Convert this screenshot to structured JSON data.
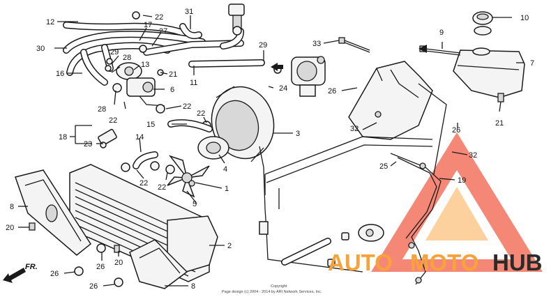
{
  "diagram": {
    "labels": {
      "l12": "12",
      "l30": "30",
      "l16": "16",
      "l22a": "22",
      "l31": "31",
      "l17": "17",
      "l27": "27",
      "l29a": "29",
      "l28a": "28",
      "l13": "13",
      "l21a": "21",
      "l6": "6",
      "l28b": "28",
      "l22b": "22",
      "l22c": "22",
      "l11": "11",
      "l29b": "29",
      "l24": "24",
      "l33": "33",
      "l9": "9",
      "l10": "10",
      "l7": "7",
      "l26a": "26",
      "l21b": "21",
      "l22d": "22",
      "l15": "15",
      "l3": "3",
      "l18": "18",
      "l23": "23",
      "l14": "14",
      "l32a": "32",
      "l26b": "26",
      "l32b": "32",
      "l25": "25",
      "l4": "4",
      "l22e": "22",
      "l22f": "22",
      "l1": "1",
      "l5": "5",
      "l19": "19",
      "l8a": "8",
      "l20a": "20",
      "l2": "2",
      "l26c": "26",
      "l26d": "26",
      "l20b": "20",
      "l26e": "26",
      "l8b": "8"
    },
    "fr_label": "FR.",
    "copyright": [
      "Copyright",
      "Page design (c) 2004 - 2014 by ARI Network Services, Inc."
    ]
  },
  "watermark": {
    "brand_a": "AUTO",
    "brand_b": "MOTO",
    "brand_c": "HUB",
    "color_primary": "#f04e37",
    "color_secondary": "#f7a23b",
    "color_dark": "#2b2b2b"
  }
}
